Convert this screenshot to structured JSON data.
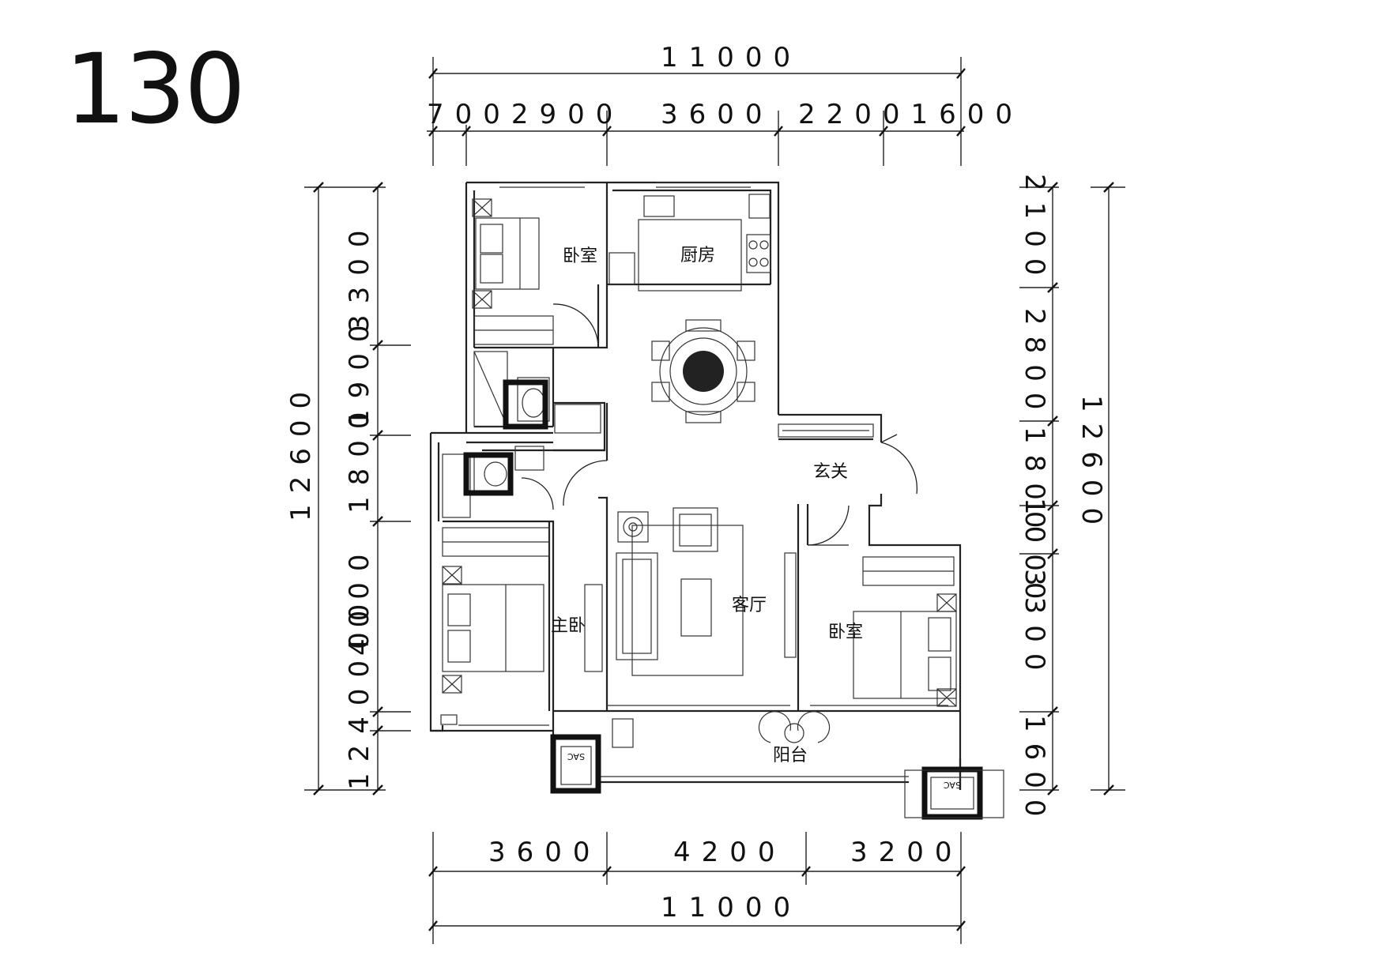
{
  "unit_label": "130",
  "dimensions": {
    "top_total": "11000",
    "top_segments_left": "7002900",
    "top_segment_mid": "3600",
    "top_segments_right": "22001600",
    "bottom_segments": [
      "3600",
      "4200",
      "3200"
    ],
    "bottom_total": "11000",
    "left_total": "12600",
    "left_segments": [
      "3300",
      "1900",
      "1800",
      "4000",
      "1240000"
    ],
    "right_total": "12600",
    "right_segments": [
      "2100",
      "2800",
      "1800",
      "1000",
      "3300",
      "1600"
    ]
  },
  "rooms": {
    "bedroom_nw": "卧室",
    "kitchen": "厨房",
    "entrance": "玄关",
    "living_room": "客厅",
    "master_bedroom": "主卧",
    "bedroom_se": "卧室",
    "balcony": "阳台"
  },
  "ac_labels": {
    "ac_sw": "SAC",
    "ac_se": "SAC"
  }
}
